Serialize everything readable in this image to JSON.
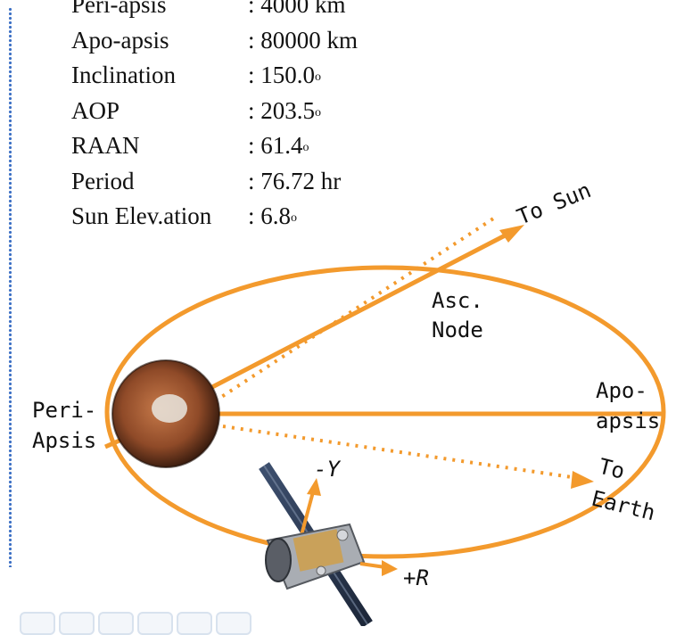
{
  "params": [
    {
      "label": "Peri-apsis",
      "value": ": 4000 km",
      "deg": false
    },
    {
      "label": "Apo-apsis",
      "value": ": 80000 km",
      "deg": false
    },
    {
      "label": "Inclination",
      "value": ": 150.0",
      "deg": true
    },
    {
      "label": "AOP",
      "value": ": 203.5",
      "deg": true
    },
    {
      "label": "RAAN",
      "value": ": 61.4",
      "deg": true
    },
    {
      "label": "Period",
      "value": ": 76.72 hr",
      "deg": false
    },
    {
      "label": "Sun Elev.ation",
      "value": ": 6.8",
      "deg": true
    }
  ],
  "degree_symbol": "o",
  "diagram": {
    "to_sun": "To Sun",
    "asc_node_line1": "Asc.",
    "asc_node_line2": "Node",
    "apo_line1": "Apo-",
    "apo_line2": "apsis",
    "peri_line1": "Peri-",
    "peri_line2": "Apsis",
    "to_earth_line1": "To",
    "to_earth_line2": "Earth",
    "minus_y": "-Y",
    "plus_r": "+R"
  },
  "colors": {
    "orbit": "#f39a2d",
    "planet": "#a0522d",
    "dot_border": "#3b6fc4",
    "text": "#111111"
  }
}
